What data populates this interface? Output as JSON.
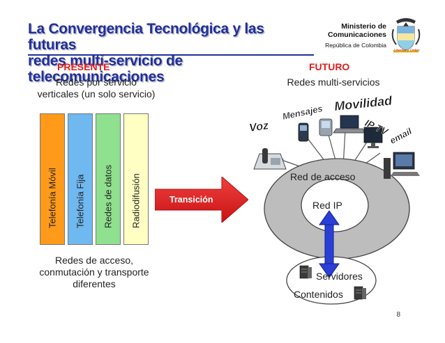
{
  "title": {
    "line1": "La Convergencia Tecnológica y las futuras",
    "line2": "redes multi-servicio de telecomunicaciones"
  },
  "ministry": {
    "line1": "Ministerio de",
    "line2": "Comunicaciones",
    "country": "República de Colombia",
    "motto": "Libertad y Orden"
  },
  "present": {
    "heading": "PRESENTE",
    "description_line1": "Redes por servicio",
    "description_line2": "verticales (un solo servicio)",
    "columns": [
      {
        "label": "Telefonía Móvil",
        "color": "#ff9a1a"
      },
      {
        "label": "Telefonía Fija",
        "color": "#6fb8f0"
      },
      {
        "label": "Redes de datos",
        "color": "#8fe08f"
      },
      {
        "label": "Radiodifusión",
        "color": "#ffffc4"
      }
    ],
    "footer_line1": "Redes de acceso,",
    "footer_line2": "conmutación y transporte",
    "footer_line3": "diferentes"
  },
  "transition": {
    "label": "Transición",
    "color": "#e21c1c"
  },
  "future": {
    "heading": "FUTURO",
    "description": "Redes multi-servicios",
    "services": [
      "Voz",
      "Mensajes",
      "Movilidad",
      "IP TV",
      "email"
    ],
    "access_network": "Red de acceso",
    "ip_network": "Red IP",
    "servers": "Servidores",
    "contents": "Contenidos"
  },
  "page_number": "8",
  "colors": {
    "title_blue": "#1f2f9a",
    "heading_red": "#e21c1c",
    "access_ring": "#bdbdbd",
    "link_blue": "#2a3fd6"
  }
}
